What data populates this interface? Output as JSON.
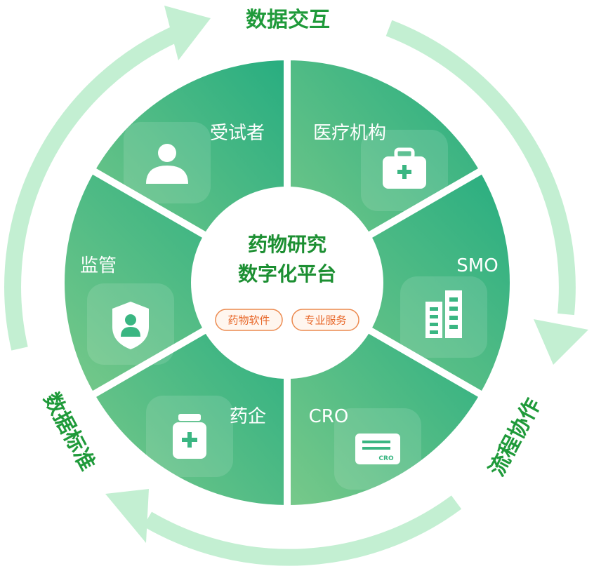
{
  "outer_labels": {
    "top": "数据交互",
    "right": "流程协作",
    "left": "数据标准"
  },
  "segments": [
    {
      "label": "受试者",
      "icon": "person-icon"
    },
    {
      "label": "医疗机构",
      "icon": "medical-kit-icon"
    },
    {
      "label": "SMO",
      "icon": "building-icon"
    },
    {
      "label": "CRO",
      "icon": "card-icon"
    },
    {
      "label": "药企",
      "icon": "medicine-bottle-icon"
    },
    {
      "label": "监管",
      "icon": "shield-person-icon"
    }
  ],
  "card_text": "CRO",
  "center": {
    "title_line1": "药物研究",
    "title_line2": "数字化平台",
    "tags": [
      "药物软件",
      "专业服务"
    ]
  },
  "colors": {
    "segment_dark": "#2bb07e",
    "segment_light": "#72c98a",
    "arrow": "#bfeed0",
    "outer_text": "#1f9a3a",
    "center_text": "#1c8f32",
    "tag": "#e8682a"
  }
}
